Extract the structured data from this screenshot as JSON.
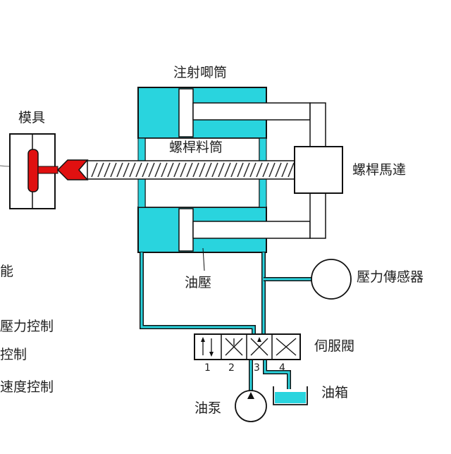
{
  "labels": {
    "mold": "模具",
    "injection_cylinder": "注射唧筒",
    "screw_barrel": "螺桿料筒",
    "screw_motor": "螺桿馬達",
    "oil_pressure": "油壓",
    "pressure_sensor": "壓力傳感器",
    "servo_valve": "伺服閥",
    "oil_tank": "油箱",
    "oil_pump": "油泵"
  },
  "left_fragments": {
    "line1": "能",
    "line2": "壓力控制",
    "line3": "控制",
    "line4": "速度控制"
  },
  "valve_ports": [
    "1",
    "2",
    "3",
    "4"
  ],
  "colors": {
    "hydraulic": "#29d4de",
    "melt": "#e01010",
    "outline": "#111111",
    "background": "#ffffff"
  }
}
